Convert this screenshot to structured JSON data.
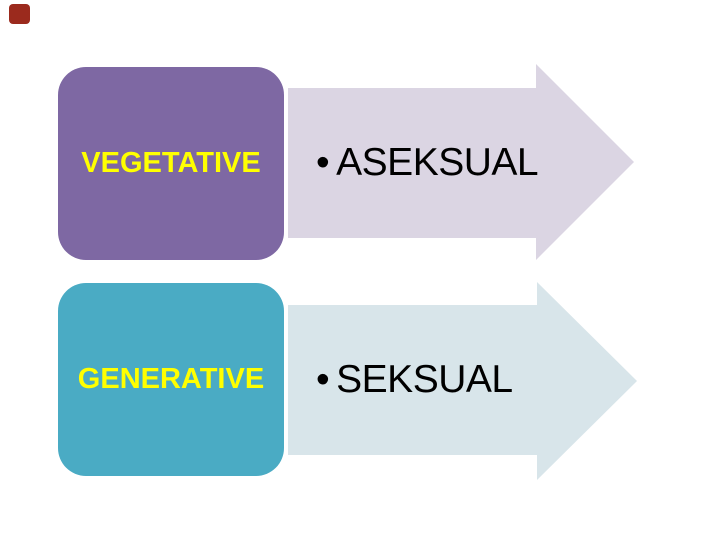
{
  "slide": {
    "background": "#FFFFFF",
    "corner_marker": {
      "color": "#9B2A1D"
    },
    "rows": [
      {
        "box": {
          "label": "VEGETATIVE",
          "fill": "#7E68A3",
          "text_color": "#FFFF00"
        },
        "arrow": {
          "bullet": "•",
          "label": "ASEKSUAL",
          "fill": "#DBD5E3",
          "text_color": "#000000"
        }
      },
      {
        "box": {
          "label": "GENERATIVE",
          "fill": "#4AABC4",
          "text_color": "#FFFF00"
        },
        "arrow": {
          "bullet": "•",
          "label": "SEKSUAL",
          "fill": "#D8E5EA",
          "text_color": "#000000"
        }
      }
    ]
  }
}
